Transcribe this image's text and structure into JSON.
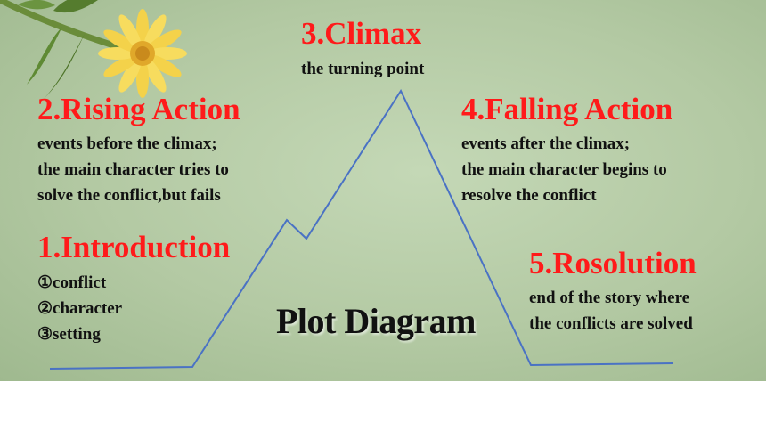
{
  "diagram": {
    "title": "Plot Diagram",
    "stages": [
      {
        "heading": "1.Introduction",
        "lines": [
          "①conflict",
          "②character",
          "③setting"
        ]
      },
      {
        "heading": "2.Rising Action",
        "lines": [
          "events before the climax;",
          "the main character  tries to",
          "solve the conflict,but fails"
        ]
      },
      {
        "heading": "3.Climax",
        "lines": [
          "the turning point"
        ]
      },
      {
        "heading": "4.Falling Action",
        "lines": [
          "events after the climax;",
          "the main character  begins to",
          "resolve the conflict"
        ]
      },
      {
        "heading": "5.Rosolution",
        "lines": [
          "end of the story where",
          "the conflicts are solved"
        ]
      }
    ]
  },
  "colors": {
    "heading": "#ff1a1a",
    "text": "#111111",
    "plot_line": "#4a72c4",
    "background": "#b5cba5"
  },
  "decoration": {
    "icon": "flower-icon"
  }
}
